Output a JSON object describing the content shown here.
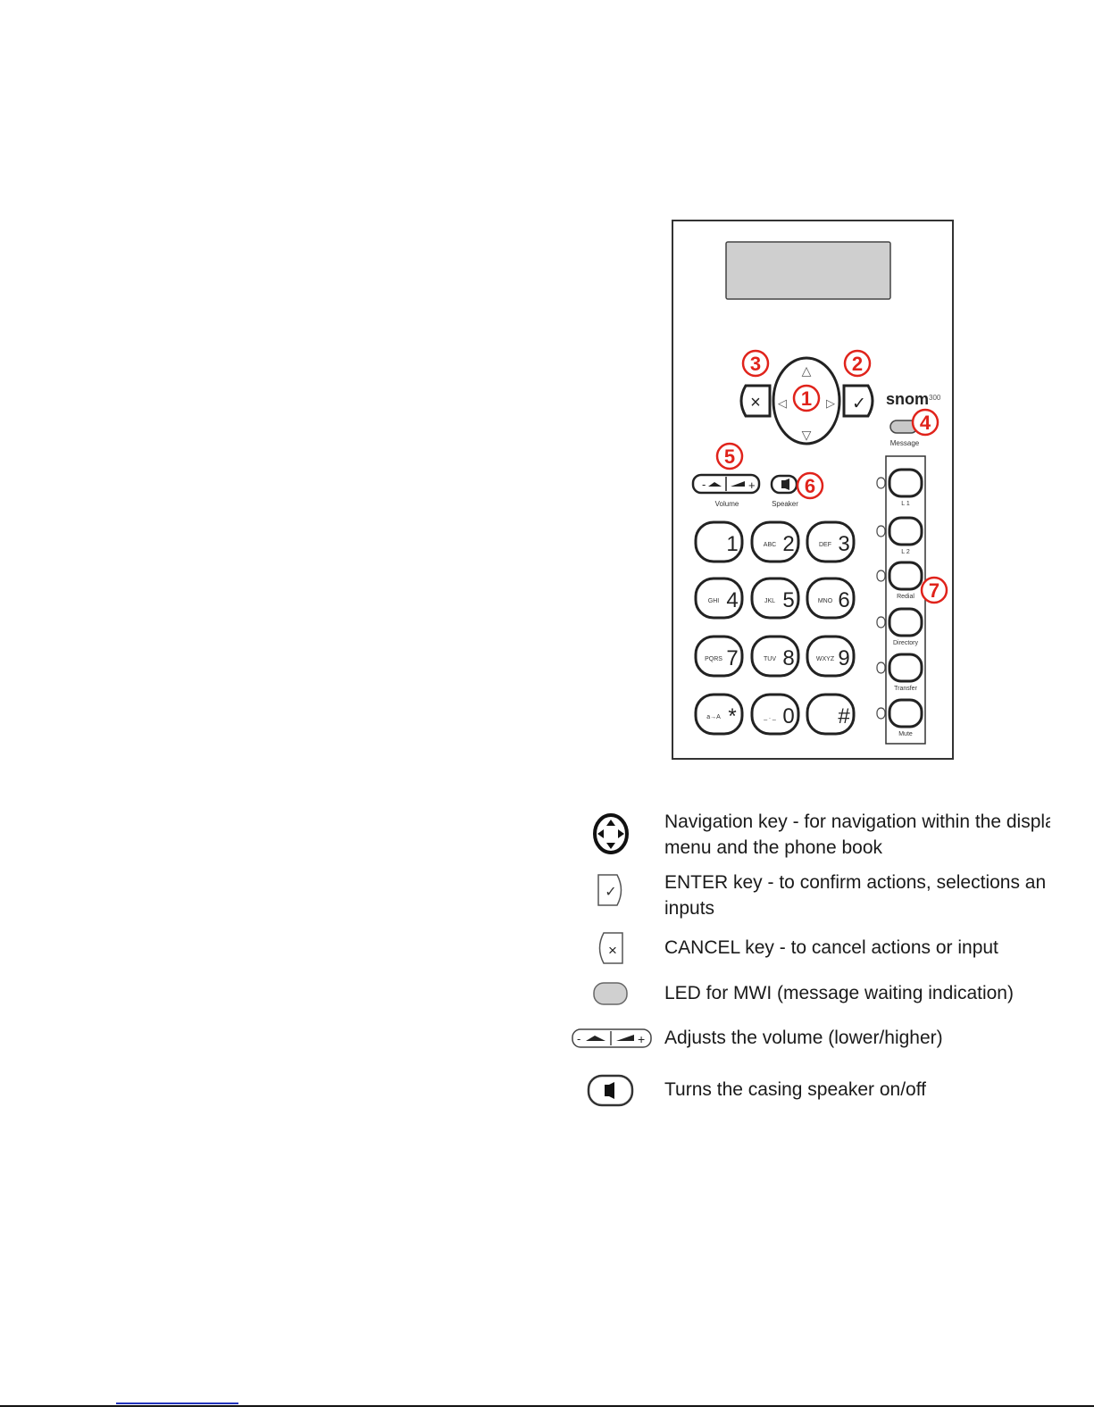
{
  "phone": {
    "brand": "snom",
    "model": "300",
    "message_label": "Message",
    "volume_label": "Volume",
    "speaker_label": "Speaker",
    "callouts": [
      "1",
      "2",
      "3",
      "4",
      "5",
      "6",
      "7"
    ],
    "keypad": [
      {
        "digit": "1",
        "letters": ""
      },
      {
        "digit": "2",
        "letters": "ABC"
      },
      {
        "digit": "3",
        "letters": "DEF"
      },
      {
        "digit": "4",
        "letters": "GHI"
      },
      {
        "digit": "5",
        "letters": "JKL"
      },
      {
        "digit": "6",
        "letters": "MNO"
      },
      {
        "digit": "7",
        "letters": "PQRS"
      },
      {
        "digit": "8",
        "letters": "TUV"
      },
      {
        "digit": "9",
        "letters": "WXYZ"
      },
      {
        "digit": "*",
        "letters": "a→A"
      },
      {
        "digit": "0",
        "letters": "_ . _"
      },
      {
        "digit": "#",
        "letters": ""
      }
    ],
    "function_keys": [
      "L 1",
      "L 2",
      "Redial",
      "Directory",
      "Transfer",
      "Mute"
    ]
  },
  "legend": {
    "navigation_line1": "Navigation key - for navigation within the displa",
    "navigation_line2": "menu and the phone book",
    "enter_line1": "ENTER key - to confirm actions, selections an",
    "enter_line2": "inputs",
    "cancel": "CANCEL key - to cancel actions or input",
    "led": "LED for MWI (message waiting indication)",
    "volume": "Adjusts the volume (lower/higher)",
    "speaker": "Turns the casing speaker on/off"
  },
  "colors": {
    "callout_red": "#e0231b",
    "display_gray": "#cfcfcf",
    "led_gray": "#c8c8c8",
    "outline": "#222222"
  }
}
